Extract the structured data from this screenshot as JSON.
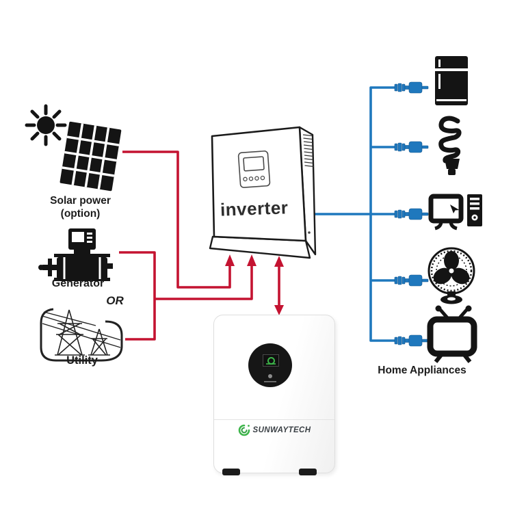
{
  "sources": {
    "solar": {
      "label": "Solar power",
      "sublabel": "(option)",
      "icon": "solar-panel-icon"
    },
    "generator": {
      "label": "Generator",
      "icon": "generator-icon"
    },
    "or": "OR",
    "utility": {
      "label": "Utility",
      "icon": "power-towers-icon"
    }
  },
  "inverter": {
    "label": "inverter"
  },
  "battery": {
    "brand": "SUNWAYTECH"
  },
  "appliances": {
    "label": "Home Appliances",
    "items": [
      {
        "name": "refrigerator"
      },
      {
        "name": "energy-saving-bulb"
      },
      {
        "name": "computer"
      },
      {
        "name": "fan"
      },
      {
        "name": "television"
      }
    ]
  },
  "colors": {
    "source_line": "#c41331",
    "load_line": "#1f78bd",
    "icon_black": "#141414",
    "logo_green": "#3db54a"
  }
}
